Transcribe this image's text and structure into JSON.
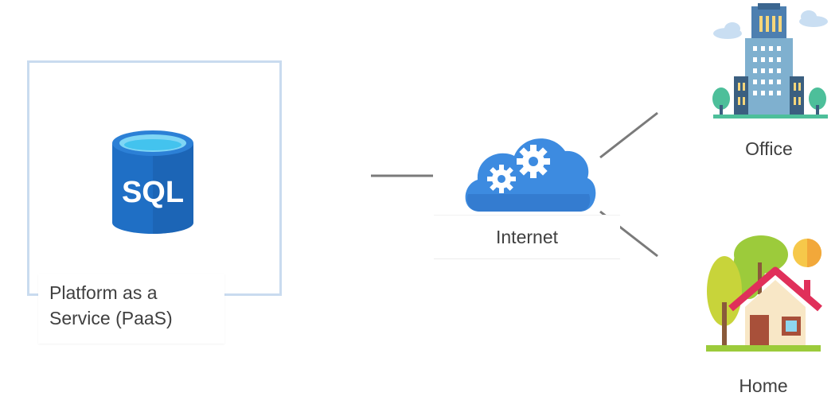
{
  "paas": {
    "line1": "Platform as a",
    "line2": "Service (PaaS)"
  },
  "database": {
    "label": "SQL",
    "icon": "sql-database-icon"
  },
  "internet": {
    "label": "Internet",
    "icon": "cloud-gears-icon"
  },
  "office": {
    "label": "Office",
    "icon": "office-building-icon"
  },
  "home": {
    "label": "Home",
    "icon": "house-icon"
  },
  "colors": {
    "box_border": "#c9dbef",
    "db_blue": "#1f6fc5",
    "cloud_blue": "#3d8be0",
    "connector": "#7a7a7a",
    "text": "#404040"
  }
}
